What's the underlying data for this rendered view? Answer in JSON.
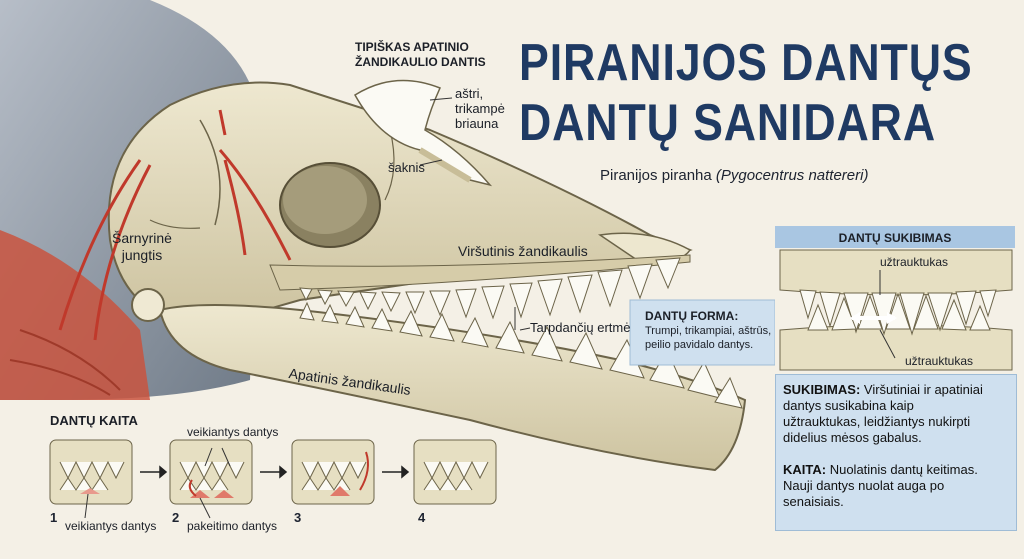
{
  "title": {
    "line1": "PIRANIJOS DANTŲS",
    "line2": "DANTŲ SANIDARA"
  },
  "subtitle": {
    "common": "Piranijos piranha",
    "latin": "(Pygocentrus nattereri)"
  },
  "tooth_inset": {
    "heading_line1": "TIPIŠKAS APATINIO",
    "heading_line2": "ŽANDIKAULIO DANTIS",
    "label_edge_l1": "aštri,",
    "label_edge_l2": "trikampė",
    "label_edge_l3": "briauna",
    "label_root": "šaknis"
  },
  "skull_labels": {
    "joint_l1": "Šarnyrinė",
    "joint_l2": "jungtis",
    "upper_jaw": "Viršutinis žandikaulis",
    "interdental": "Tarpdančių ertmė",
    "lower_jaw": "Apatinis žandikaulis"
  },
  "tooth_form": {
    "heading": "DANTŲ FORMA:",
    "text_l1": "Trumpi, trikampiai, aštrūs,",
    "text_l2": "peilio pavidalo dantys."
  },
  "interlock": {
    "heading": "DANTŲ SUKIBIMAS",
    "label_top": "užtrauktukas",
    "label_bottom": "užtrauktukas"
  },
  "info_panel": {
    "sukibimas_head": "SUKIBIMAS:",
    "sukibimas_l1": " Viršutiniai ir apatiniai",
    "sukibimas_l2": "dantys susikabina kaip",
    "sukibimas_l3": "užtrauktukas, leidžiantys nukirpti",
    "sukibimas_l4": "didelius mėsos gabalus.",
    "kaita_head": "KAITA:",
    "kaita_l1": " Nuolatinis dantų keitimas.",
    "kaita_l2": "Nauji dantys nuolat auga po",
    "kaita_l3": "senaisiais."
  },
  "replacement": {
    "heading": "DANTŲ KAITA",
    "label_working_top": "veikiantys dantys",
    "label_working_bottom": "veikiantys dantys",
    "label_replacement": "pakeitimo dantys",
    "steps": [
      "1",
      "2",
      "3",
      "4"
    ]
  },
  "colors": {
    "bone": "#e6dfc2",
    "bone_shadow": "#b9ae8a",
    "tooth": "#fbfaf4",
    "title": "#1f3a63",
    "panel": "#cfe0ef",
    "blood": "#c0392b",
    "muscle": "#c9543e",
    "body_gray": "#8b96a3"
  }
}
